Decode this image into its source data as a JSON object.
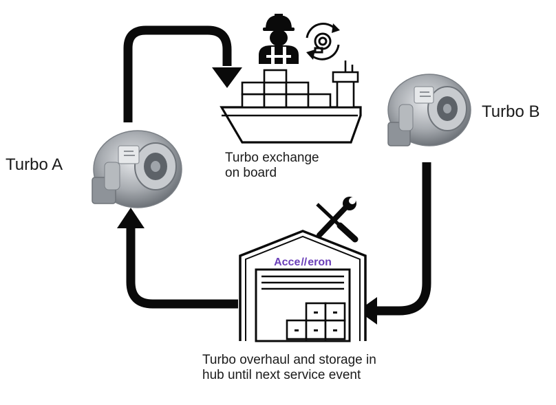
{
  "turbo_a": {
    "label": "Turbo A"
  },
  "turbo_b": {
    "label": "Turbo B"
  },
  "exchange": {
    "line1": "Turbo exchange",
    "line2": "on board"
  },
  "overhaul": {
    "line1": "Turbo overhaul and storage in",
    "line2": "hub until next service event"
  },
  "brand": {
    "name_part1": "Acce",
    "name_part2": "eron",
    "color": "#6a3fb8"
  },
  "colors": {
    "ink": "#0a0a0a",
    "metal": "#a9adb2",
    "metal_dark": "#6e7379"
  },
  "icons": [
    "engineer-icon",
    "turbo-rotation-icon",
    "ship-icon",
    "tools-icon",
    "warehouse-icon",
    "turbocharger-icon"
  ]
}
